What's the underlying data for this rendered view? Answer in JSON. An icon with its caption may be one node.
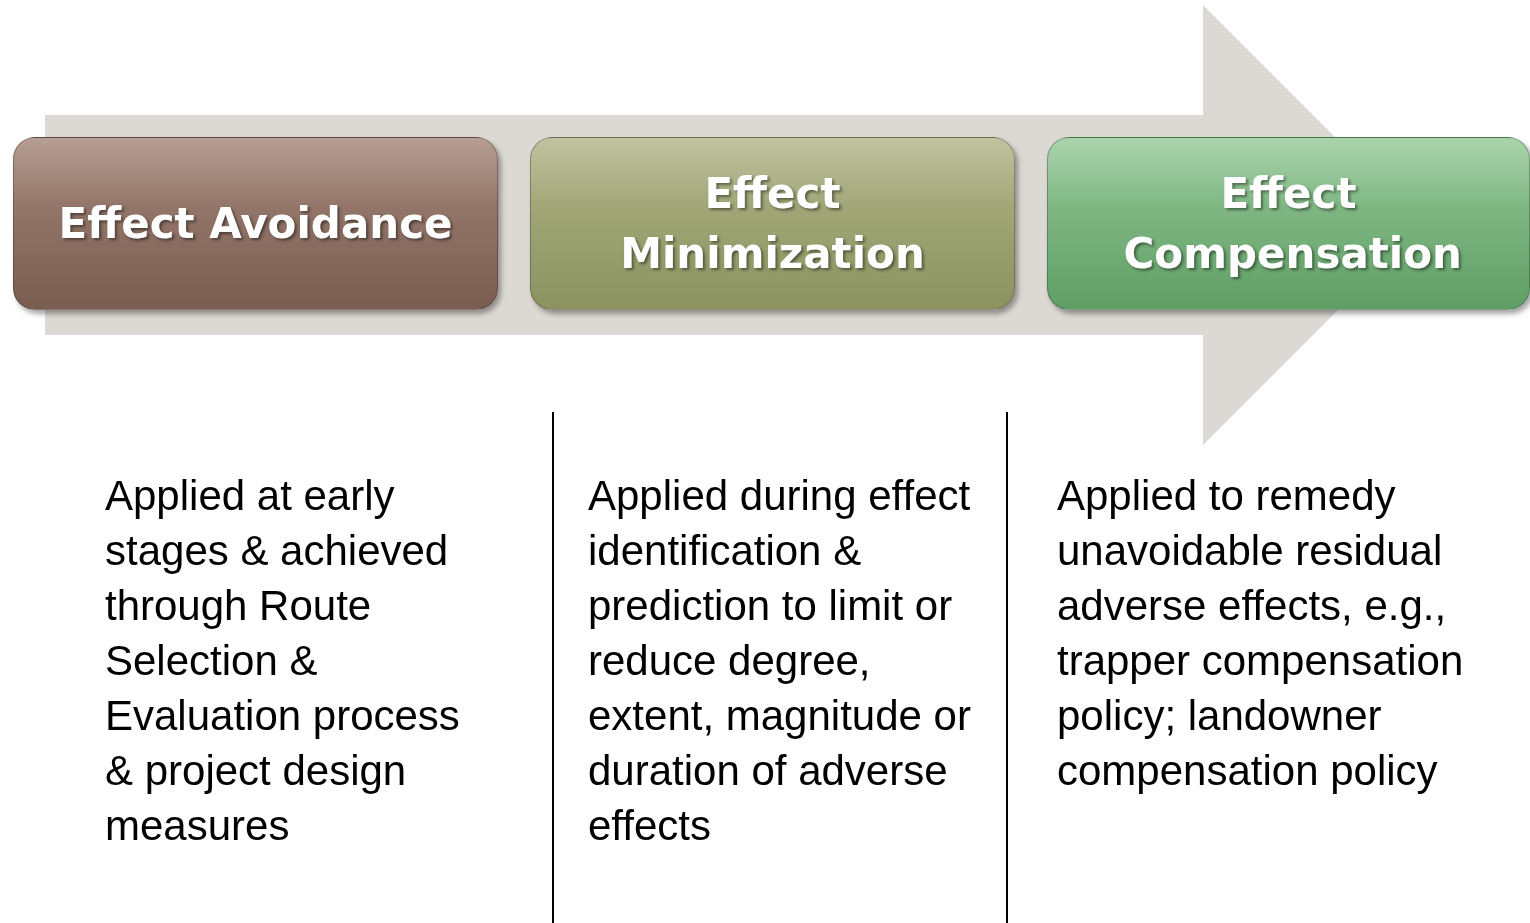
{
  "diagram": {
    "nodes": [
      {
        "text": [
          "Effect Avoidance"
        ]
      },
      {
        "text": [
          "Effect Minimization"
        ]
      },
      {
        "text": [
          "Effect Compensation"
        ]
      }
    ],
    "labels": [
      "Applied at early stages & achieved through Route Selection & Evaluation process & project design measures",
      "Applied during effect identification & prediction to limit or reduce degree, extent, magnitude or duration of adverse effects",
      "Applied to remedy unavoidable residual adverse effects, e.g., trapper compensation policy; landowner compensation policy"
    ]
  }
}
